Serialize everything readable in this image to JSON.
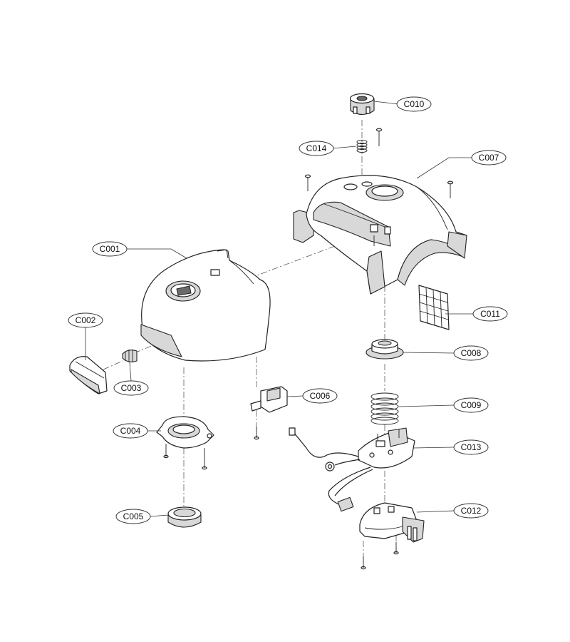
{
  "callouts": [
    {
      "id": "C001",
      "label": "C001"
    },
    {
      "id": "C002",
      "label": "C002"
    },
    {
      "id": "C003",
      "label": "C003"
    },
    {
      "id": "C004",
      "label": "C004"
    },
    {
      "id": "C005",
      "label": "C005"
    },
    {
      "id": "C006",
      "label": "C006"
    },
    {
      "id": "C007",
      "label": "C007"
    },
    {
      "id": "C008",
      "label": "C008"
    },
    {
      "id": "C009",
      "label": "C009"
    },
    {
      "id": "C010",
      "label": "C010"
    },
    {
      "id": "C011",
      "label": "C011"
    },
    {
      "id": "C012",
      "label": "C012"
    },
    {
      "id": "C013",
      "label": "C013"
    },
    {
      "id": "C014",
      "label": "C014"
    }
  ]
}
